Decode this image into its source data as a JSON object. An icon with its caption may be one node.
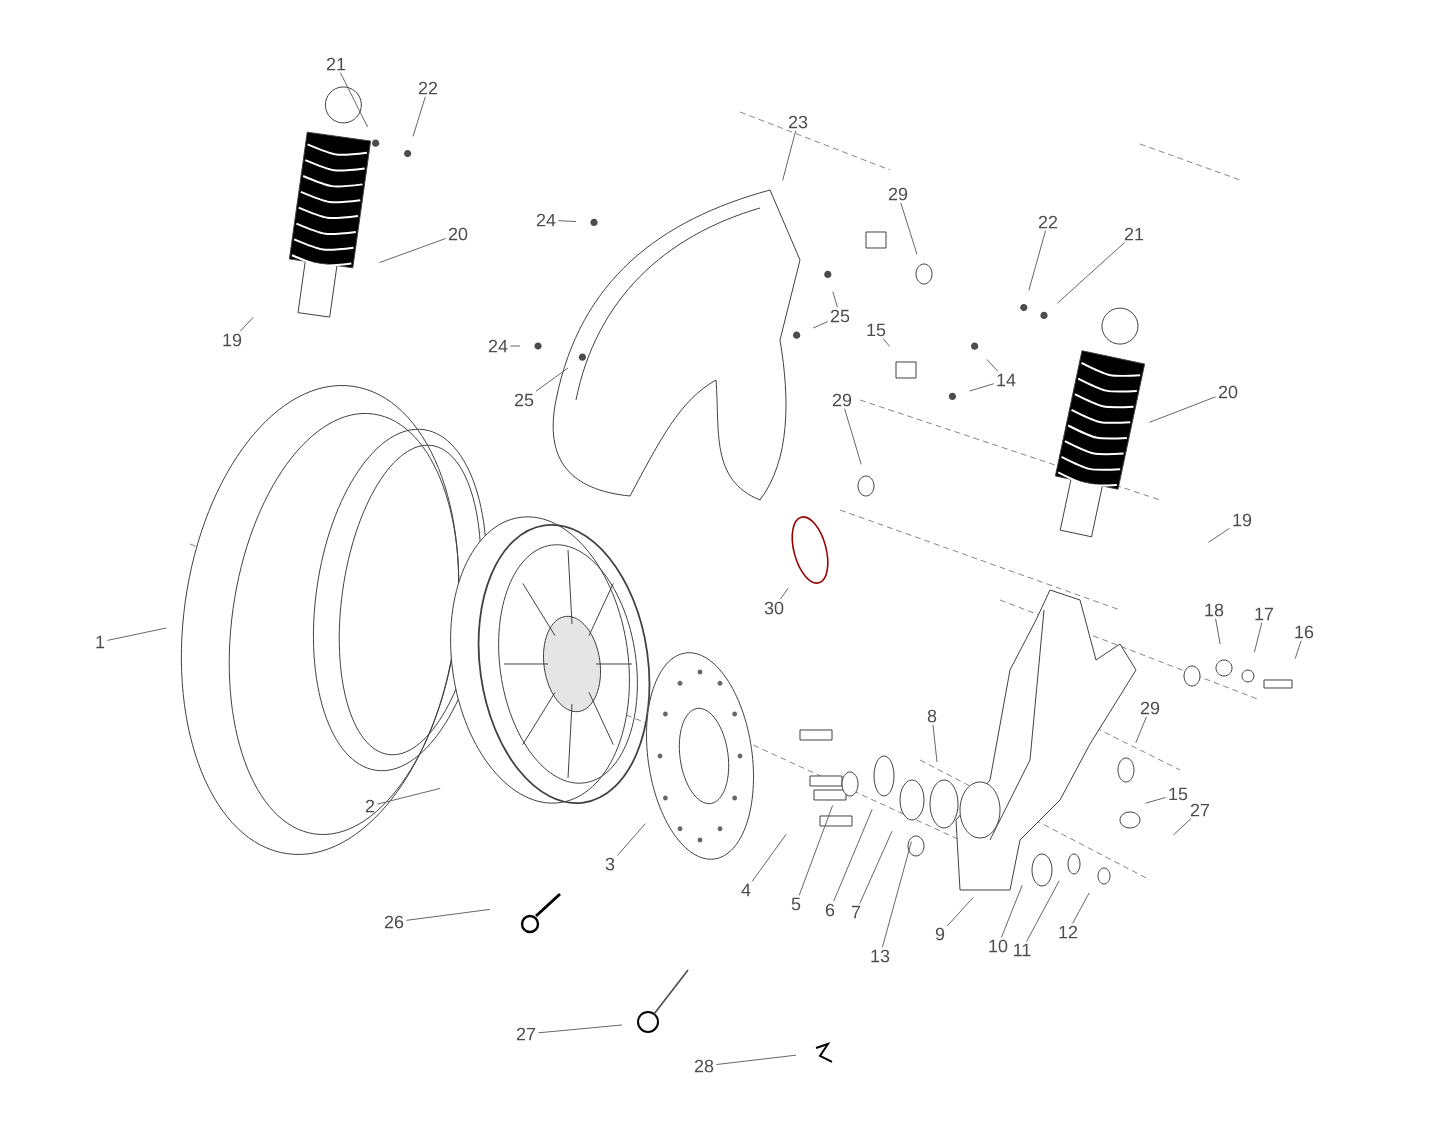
{
  "diagram": {
    "nodes": [
      {
        "text": [
          "21"
        ]
      },
      {
        "text": [
          "22"
        ]
      },
      {
        "text": [
          "23"
        ]
      },
      {
        "text": [
          "29"
        ]
      },
      {
        "text": [
          "24"
        ]
      },
      {
        "text": [
          "22"
        ]
      },
      {
        "text": [
          "21"
        ]
      },
      {
        "text": [
          "20"
        ]
      },
      {
        "text": [
          "25"
        ]
      },
      {
        "text": [
          "15"
        ]
      },
      {
        "text": [
          "19"
        ]
      },
      {
        "text": [
          "24"
        ]
      },
      {
        "text": [
          "14"
        ]
      },
      {
        "text": [
          "20"
        ]
      },
      {
        "text": [
          "25"
        ]
      },
      {
        "text": [
          "29"
        ]
      },
      {
        "text": [
          "19"
        ]
      },
      {
        "text": [
          "30"
        ]
      },
      {
        "text": [
          "18"
        ]
      },
      {
        "text": [
          "17"
        ]
      },
      {
        "text": [
          "16"
        ]
      },
      {
        "text": [
          "1"
        ]
      },
      {
        "text": [
          "29"
        ]
      },
      {
        "text": [
          "8"
        ]
      },
      {
        "text": [
          "15"
        ]
      },
      {
        "text": [
          "2"
        ]
      },
      {
        "text": [
          "27"
        ]
      },
      {
        "text": [
          "3"
        ]
      },
      {
        "text": [
          "4"
        ]
      },
      {
        "text": [
          "5"
        ]
      },
      {
        "text": [
          "6"
        ]
      },
      {
        "text": [
          "7"
        ]
      },
      {
        "text": [
          "26"
        ]
      },
      {
        "text": [
          "9"
        ]
      },
      {
        "text": [
          "10"
        ]
      },
      {
        "text": [
          "11"
        ]
      },
      {
        "text": [
          "13"
        ]
      },
      {
        "text": [
          "12"
        ]
      },
      {
        "text": [
          "27"
        ]
      },
      {
        "text": [
          "28"
        ]
      }
    ],
    "edges": [
      {
        "from": 0,
        "to": null,
        "arrow": "none"
      },
      {
        "from": 1,
        "to": null,
        "arrow": "none"
      },
      {
        "from": 2,
        "to": null,
        "arrow": "none"
      },
      {
        "from": 3,
        "to": null,
        "arrow": "none"
      },
      {
        "from": 4,
        "to": null,
        "arrow": "none"
      },
      {
        "from": 5,
        "to": null,
        "arrow": "none"
      },
      {
        "from": 6,
        "to": null,
        "arrow": "none"
      },
      {
        "from": 7,
        "to": null,
        "arrow": "none"
      },
      {
        "from": 8,
        "to": null,
        "arrow": "none"
      },
      {
        "from": 8,
        "to": null,
        "arrow": "none"
      },
      {
        "from": 9,
        "to": null,
        "arrow": "none"
      },
      {
        "from": 10,
        "to": null,
        "arrow": "none"
      },
      {
        "from": 11,
        "to": null,
        "arrow": "none"
      },
      {
        "from": 12,
        "to": null,
        "arrow": "none"
      },
      {
        "from": 12,
        "to": null,
        "arrow": "none"
      },
      {
        "from": 13,
        "to": null,
        "arrow": "none"
      },
      {
        "from": 14,
        "to": null,
        "arrow": "none"
      },
      {
        "from": 15,
        "to": null,
        "arrow": "none"
      },
      {
        "from": 16,
        "to": null,
        "arrow": "none"
      },
      {
        "from": 17,
        "to": null,
        "arrow": "none"
      },
      {
        "from": 18,
        "to": null,
        "arrow": "none"
      },
      {
        "from": 19,
        "to": null,
        "arrow": "none"
      },
      {
        "from": 20,
        "to": null,
        "arrow": "none"
      },
      {
        "from": 21,
        "to": null,
        "arrow": "none"
      },
      {
        "from": 22,
        "to": null,
        "arrow": "none"
      },
      {
        "from": 23,
        "to": null,
        "arrow": "none"
      },
      {
        "from": 24,
        "to": null,
        "arrow": "none"
      },
      {
        "from": 25,
        "to": null,
        "arrow": "none"
      },
      {
        "from": 26,
        "to": null,
        "arrow": "none"
      },
      {
        "from": 27,
        "to": null,
        "arrow": "none"
      },
      {
        "from": 28,
        "to": null,
        "arrow": "none"
      },
      {
        "from": 29,
        "to": null,
        "arrow": "none"
      },
      {
        "from": 30,
        "to": null,
        "arrow": "none"
      },
      {
        "from": 31,
        "to": null,
        "arrow": "none"
      },
      {
        "from": 32,
        "to": null,
        "arrow": "none"
      },
      {
        "from": 33,
        "to": null,
        "arrow": "none"
      },
      {
        "from": 34,
        "to": null,
        "arrow": "none"
      },
      {
        "from": 35,
        "to": null,
        "arrow": "none"
      },
      {
        "from": 36,
        "to": null,
        "arrow": "none"
      },
      {
        "from": 37,
        "to": null,
        "arrow": "none"
      },
      {
        "from": 38,
        "to": null,
        "arrow": "none"
      },
      {
        "from": 39,
        "to": null,
        "arrow": "none"
      }
    ]
  }
}
